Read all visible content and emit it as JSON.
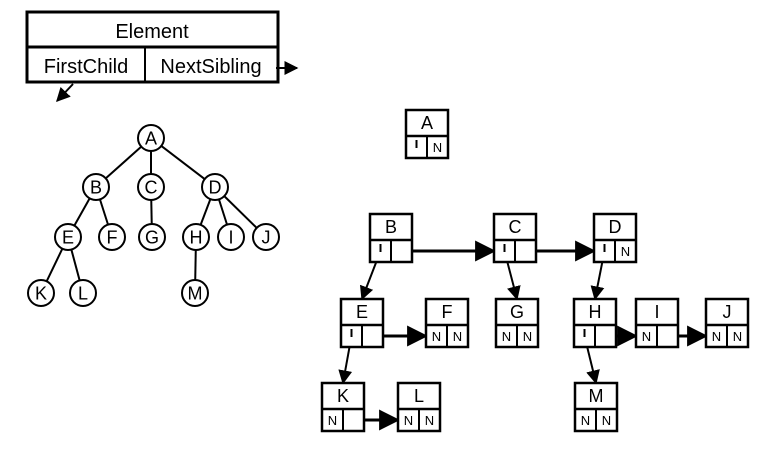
{
  "legend": {
    "title": "Element",
    "first_child_label": "FirstChild",
    "next_sibling_label": "NextSibling"
  },
  "null_marker": "N",
  "tree": {
    "nodes": [
      "A",
      "B",
      "C",
      "D",
      "E",
      "F",
      "G",
      "H",
      "I",
      "J",
      "K",
      "L",
      "M"
    ],
    "edges": [
      [
        "A",
        "B"
      ],
      [
        "A",
        "C"
      ],
      [
        "A",
        "D"
      ],
      [
        "B",
        "E"
      ],
      [
        "B",
        "F"
      ],
      [
        "C",
        "G"
      ],
      [
        "D",
        "H"
      ],
      [
        "D",
        "I"
      ],
      [
        "D",
        "J"
      ],
      [
        "E",
        "K"
      ],
      [
        "E",
        "L"
      ],
      [
        "H",
        "M"
      ]
    ]
  },
  "linked": {
    "boxes": [
      {
        "label": "A",
        "first_child": null,
        "next_sibling": null,
        "show_first_null": false
      },
      {
        "label": "B",
        "first_child": "E",
        "next_sibling": "C",
        "show_first_null": false
      },
      {
        "label": "C",
        "first_child": "G",
        "next_sibling": "D",
        "show_first_null": false
      },
      {
        "label": "D",
        "first_child": "H",
        "next_sibling": null,
        "show_first_null": false
      },
      {
        "label": "E",
        "first_child": "K",
        "next_sibling": "F",
        "show_first_null": false
      },
      {
        "label": "F",
        "first_child": null,
        "next_sibling": null,
        "show_first_null": true
      },
      {
        "label": "G",
        "first_child": null,
        "next_sibling": null,
        "show_first_null": true
      },
      {
        "label": "H",
        "first_child": "M",
        "next_sibling": "I",
        "show_first_null": false
      },
      {
        "label": "I",
        "first_child": null,
        "next_sibling": "J",
        "show_first_null": true
      },
      {
        "label": "J",
        "first_child": null,
        "next_sibling": null,
        "show_first_null": true
      },
      {
        "label": "K",
        "first_child": null,
        "next_sibling": "L",
        "show_first_null": true
      },
      {
        "label": "L",
        "first_child": null,
        "next_sibling": null,
        "show_first_null": true
      },
      {
        "label": "M",
        "first_child": null,
        "next_sibling": null,
        "show_first_null": true
      }
    ]
  }
}
